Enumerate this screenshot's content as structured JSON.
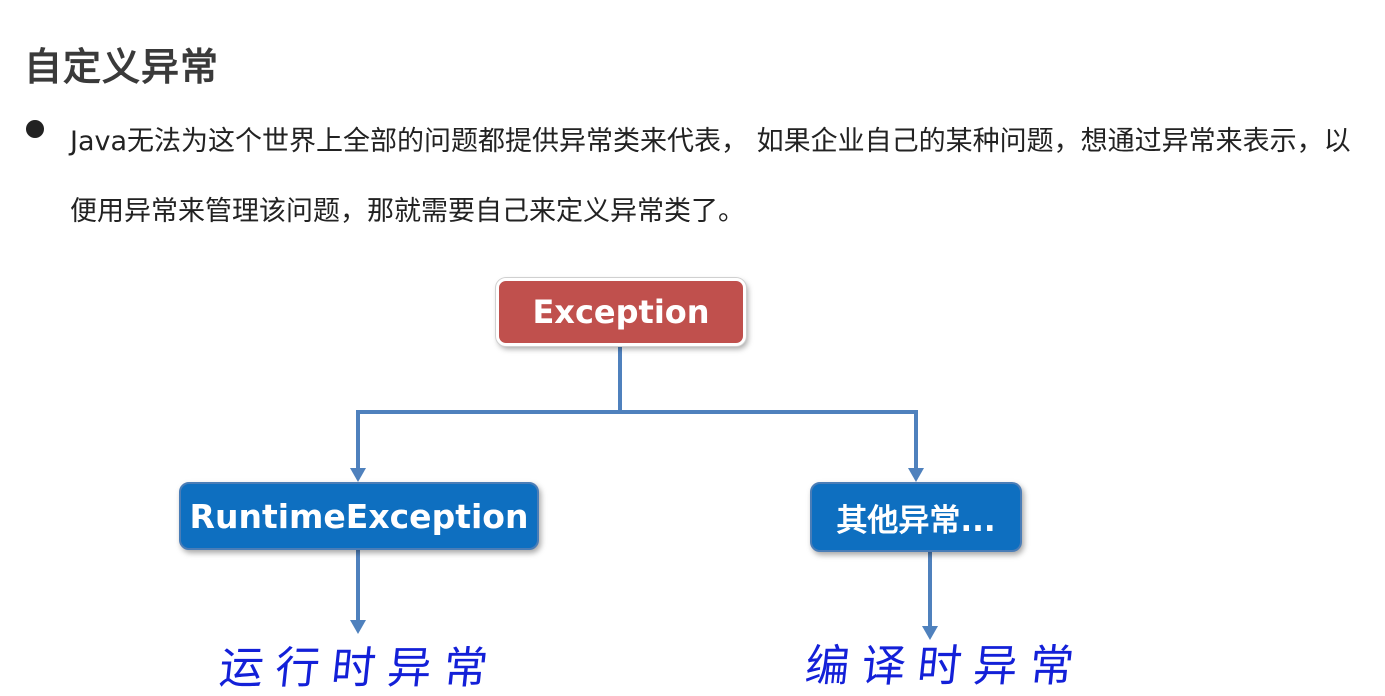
{
  "heading": "自定义异常",
  "bullet": {
    "text": "Java无法为这个世界上全部的问题都提供异常类来代表，  如果企业自己的某种问题，想通过异常来表示，以便用异常来管理该问题，那就需要自己来定义异常类了。"
  },
  "diagram": {
    "root": "Exception",
    "children": [
      "RuntimeException",
      "其他异常..."
    ],
    "annotations": [
      "运行时异常",
      "编译时异常"
    ],
    "colors": {
      "root_fill": "#c0504d",
      "child_fill": "#0e6fc0",
      "connector": "#4f81bd",
      "annotation": "#1320d8"
    }
  }
}
